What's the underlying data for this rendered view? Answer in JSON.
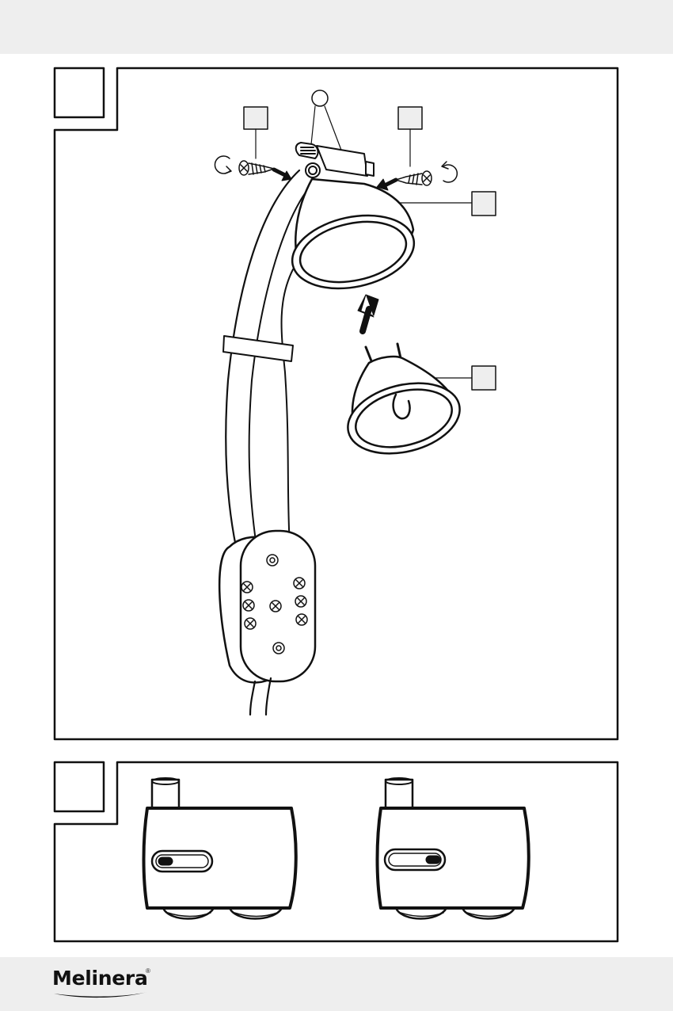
{
  "header": {},
  "figures": [
    {
      "label": "",
      "callouts": [
        "",
        "",
        "",
        "",
        ""
      ]
    },
    {
      "label": "",
      "pumps": [
        {
          "switch_position": "left"
        },
        {
          "switch_position": "right"
        }
      ]
    }
  ],
  "footer": {
    "logo": {
      "text": "Melinera",
      "registered_mark": "®"
    }
  },
  "colors": {
    "band": "#eeeeee",
    "line": "#111111",
    "paper": "#ffffff"
  }
}
